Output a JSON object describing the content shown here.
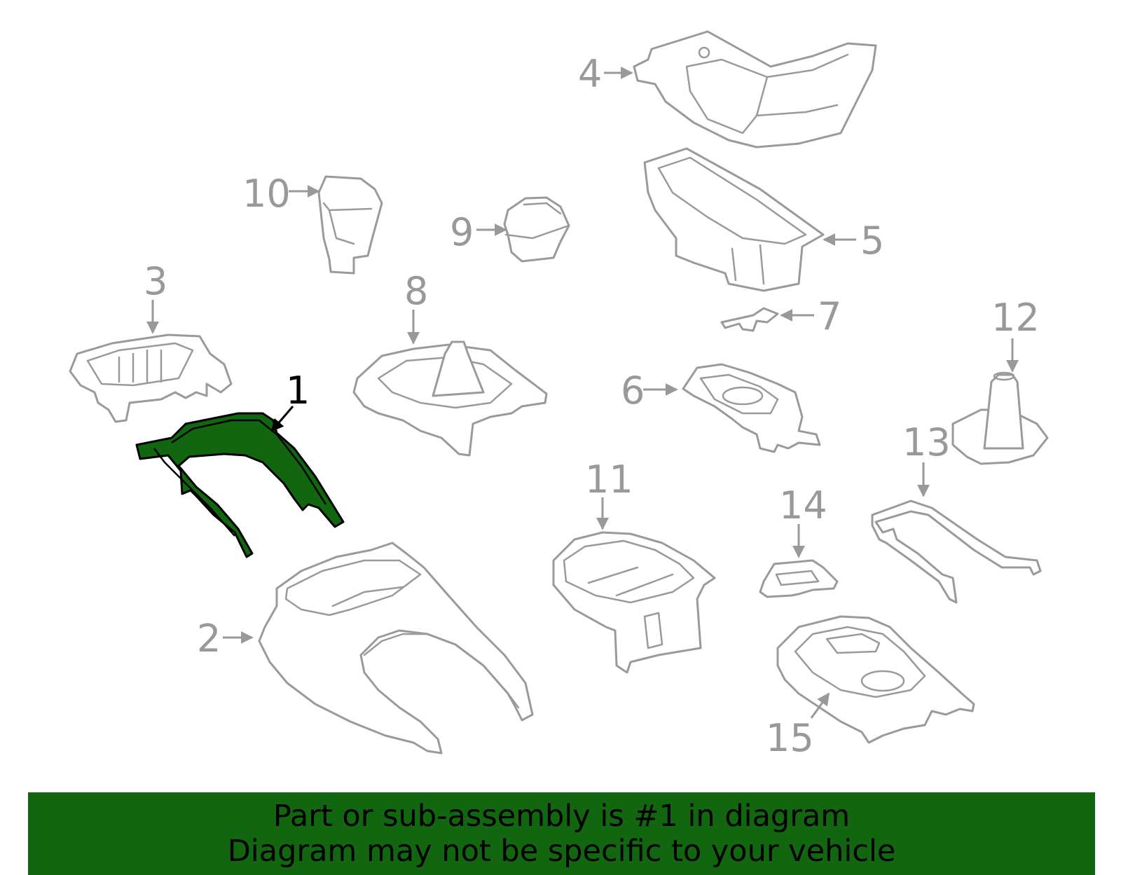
{
  "callouts": {
    "c1": "1",
    "c2": "2",
    "c3": "3",
    "c4": "4",
    "c5": "5",
    "c6": "6",
    "c7": "7",
    "c8": "8",
    "c9": "9",
    "c10": "10",
    "c11": "11",
    "c12": "12",
    "c13": "13",
    "c14": "14",
    "c15": "15"
  },
  "highlighted_part": "1",
  "colors": {
    "highlight": "#11660f",
    "banner": "#11660f",
    "line_art": "#9a9a9a",
    "text_active": "#000000"
  },
  "banner": {
    "line1": "Part or sub-assembly is #1 in diagram",
    "line2": "Diagram may not be specific to your vehicle"
  }
}
